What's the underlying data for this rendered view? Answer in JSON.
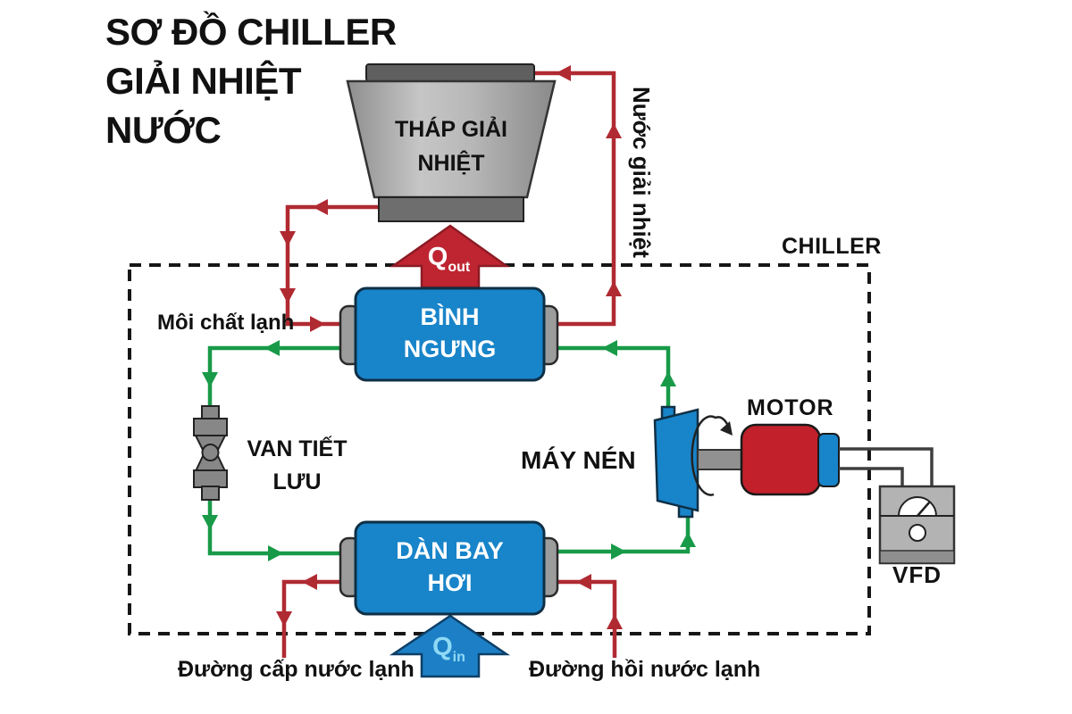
{
  "title": {
    "lines": [
      "SƠ ĐỒ CHILLER",
      "GIẢI NHIỆT",
      "NƯỚC"
    ]
  },
  "chiller_box": {
    "label": "CHILLER"
  },
  "cooling_tower": {
    "label_line1": "THÁP GIẢI",
    "label_line2": "NHIỆT"
  },
  "condenser": {
    "label_line1": "BÌNH",
    "label_line2": "NGƯNG"
  },
  "evaporator": {
    "label_line1": "DÀN BAY",
    "label_line2": "HƠI"
  },
  "expansion_valve": {
    "label_line1": "VAN TIẾT",
    "label_line2": "LƯU"
  },
  "compressor": {
    "label": "MÁY NÉN"
  },
  "motor": {
    "label": "MOTOR"
  },
  "vfd": {
    "label": "VFD"
  },
  "heat_out": {
    "symbol": "Q",
    "subscript": "out"
  },
  "heat_in": {
    "symbol": "Q",
    "subscript": "in"
  },
  "flow_labels": {
    "refrigerant": "Môi chất lạnh",
    "cooling_water": "Nước giải nhiệt",
    "chilled_water_supply": "Đường cấp nước lạnh",
    "chilled_water_return": "Đường hồi nước lạnh"
  },
  "colors": {
    "text_black": "#111111",
    "pipe_red": "#b02a32",
    "pipe_green": "#189a48",
    "vessel_blue": "#1884c9",
    "vessel_cap_gray": "#9c9c9c",
    "tower_dark_gray": "#5f5f5f",
    "base_gray": "#6e6e6e",
    "heat_out_red": "#bf2531",
    "heat_in_blue": "#1d80c6",
    "heat_in_text": "#8fd9f5",
    "motor_red": "#c2202b",
    "metal_gray": "#919191",
    "vfd_gray": "#b3b3b3",
    "wire_dark": "#3f3f3f"
  }
}
